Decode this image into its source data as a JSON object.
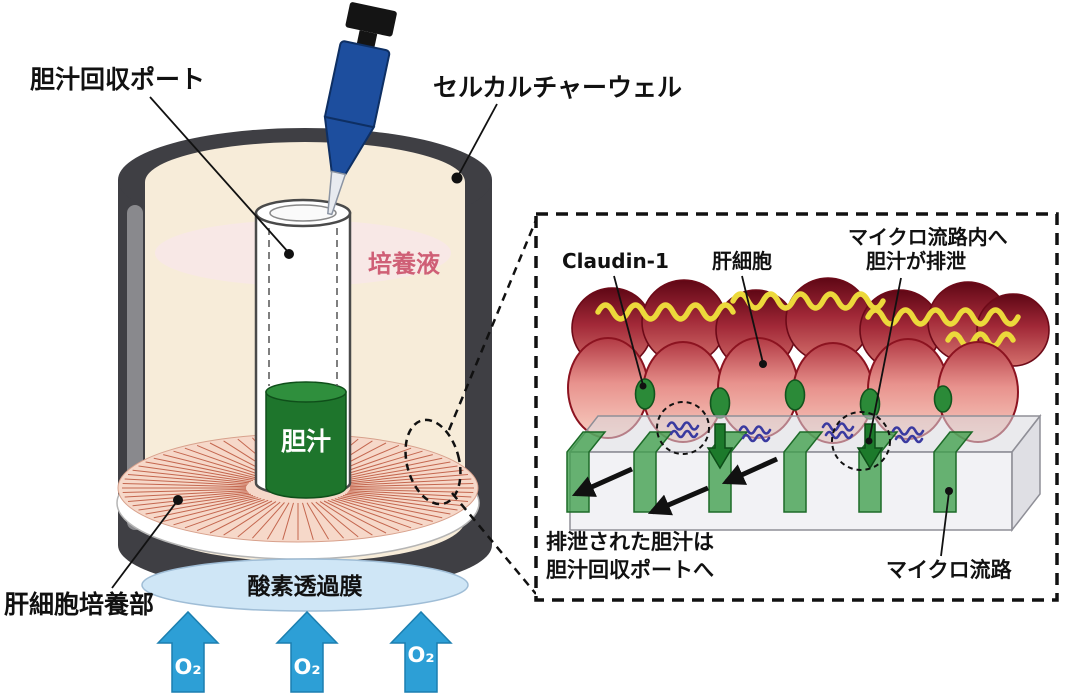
{
  "colors": {
    "well_gray": "#3f3f44",
    "medium_cream": "#f7ecd9",
    "medium_label_pink": "#cf5f76",
    "bile_green": "#1e752c",
    "culture_disc_pink": "#f6d8c9",
    "membrane_blue": "#cfe6f6",
    "oxygen_arrow_blue": "#2d9fd6",
    "pipette_blue": "#1d4e9e",
    "hepatocyte_dark_red": "#5f0715",
    "hepatocyte_pink": "#f8cfc2",
    "canaliculi_yellow": "#ecd93b",
    "claudin_green": "#2b8a38",
    "channel_green": "#3f9f4b"
  },
  "left_panel": {
    "bile_port_label": "胆汁回収ポート",
    "well_label": "セルカルチャーウェル",
    "medium_label": "培養液",
    "bile_label": "胆汁",
    "culture_area_label": "肝細胞培養部",
    "membrane_label": "酸素透過膜",
    "oxygen_label": "O₂"
  },
  "inset_panel": {
    "claudin_label": "Claudin-1",
    "hepatocyte_label": "肝細胞",
    "excretion_label_line1": "マイクロ流路内へ",
    "excretion_label_line2": "胆汁が排泄",
    "collection_label_line1": "排泄された胆汁は",
    "collection_label_line2": "胆汁回収ポートへ",
    "microchannel_label": "マイクロ流路"
  }
}
